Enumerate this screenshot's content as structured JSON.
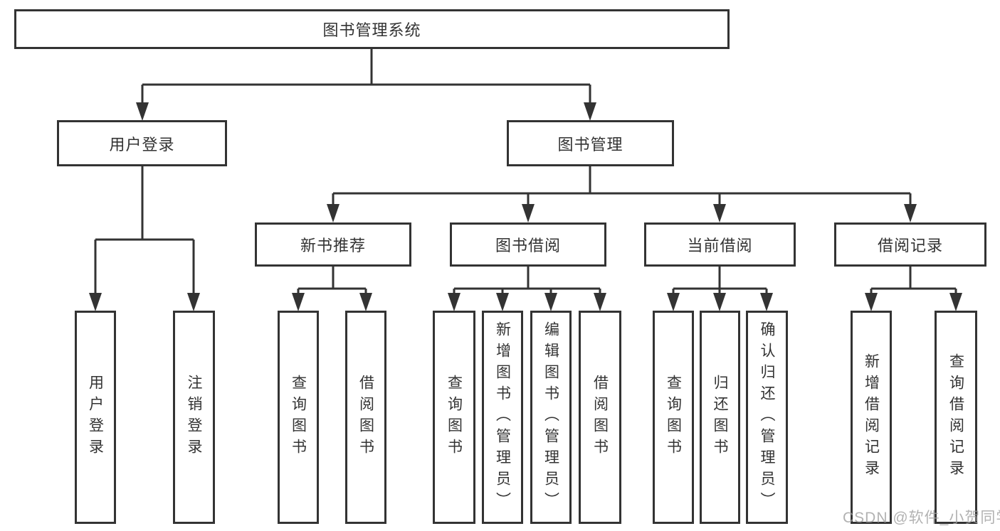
{
  "tree": {
    "root": {
      "label": "图书管理系统",
      "children": [
        {
          "label": "用户登录",
          "children": [
            {
              "label": "用户登录"
            },
            {
              "label": "注销登录"
            }
          ]
        },
        {
          "label": "图书管理",
          "children": [
            {
              "label": "新书推荐",
              "children": [
                {
                  "label": "查询图书"
                },
                {
                  "label": "借阅图书"
                }
              ]
            },
            {
              "label": "图书借阅",
              "children": [
                {
                  "label": "查询图书"
                },
                {
                  "label": "新增图书（管理员）"
                },
                {
                  "label": "编辑图书（管理员）"
                },
                {
                  "label": "借阅图书"
                }
              ]
            },
            {
              "label": "当前借阅",
              "children": [
                {
                  "label": "查询图书"
                },
                {
                  "label": "归还图书"
                },
                {
                  "label": "确认归还（管理员）"
                }
              ]
            },
            {
              "label": "借阅记录",
              "children": [
                {
                  "label": "新增借阅记录"
                },
                {
                  "label": "查询借阅记录"
                }
              ]
            }
          ]
        }
      ]
    }
  },
  "watermark": {
    "text": "CSDN @软件_小贺同学"
  },
  "colors": {
    "line": "#333333",
    "box_border": "#333333",
    "box_background": "#ffffff",
    "text": "#333333",
    "watermark": "#9f9f9f",
    "page_background": "#ffffff"
  }
}
